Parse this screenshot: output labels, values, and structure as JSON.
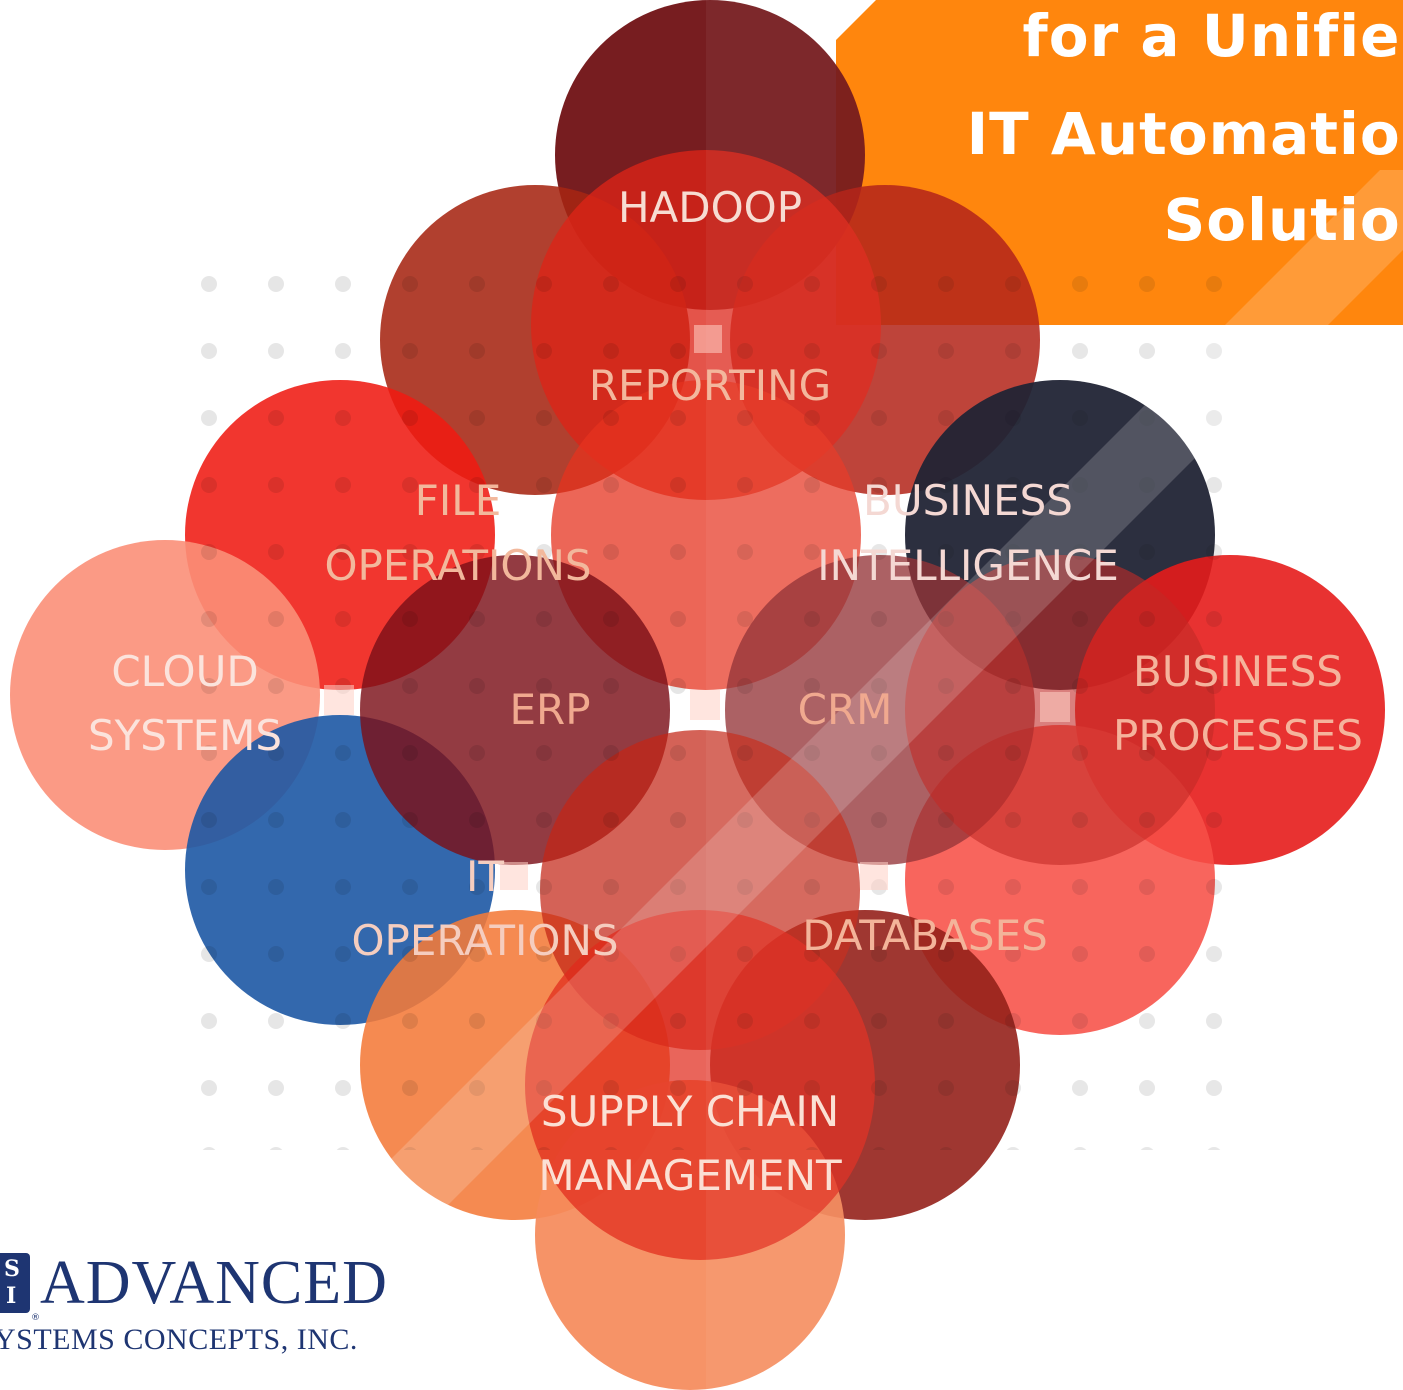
{
  "banner": {
    "line1": "for a Unified",
    "line2": "IT Automation",
    "line3": "Solution"
  },
  "colors": {
    "banner_orange": "#ff8000",
    "brand_navy": "#1e3572",
    "label_light": "#f4c9b4",
    "label_bright": "#fbe3d6"
  },
  "labels": {
    "hadoop": [
      "HADOOP"
    ],
    "reporting": [
      "REPORTING"
    ],
    "file_operations": [
      "FILE",
      "OPERATIONS"
    ],
    "business_intelligence": [
      "BUSINESS",
      "INTELLIGENCE"
    ],
    "cloud_systems": [
      "CLOUD",
      "SYSTEMS"
    ],
    "erp": [
      "ERP"
    ],
    "crm": [
      "CRM"
    ],
    "business_processes": [
      "BUSINESS",
      "PROCESSES"
    ],
    "it_operations": [
      "IT",
      "OPERATIONS"
    ],
    "databases": [
      "DATABASES"
    ],
    "supply_chain": [
      "SUPPLY CHAIN",
      "MANAGEMENT"
    ]
  },
  "logo": {
    "mark_top": "S",
    "mark_bottom": "I",
    "registered": "®",
    "name": "ADVANCED",
    "subtitle": "YSTEMS CONCEPTS, INC."
  }
}
